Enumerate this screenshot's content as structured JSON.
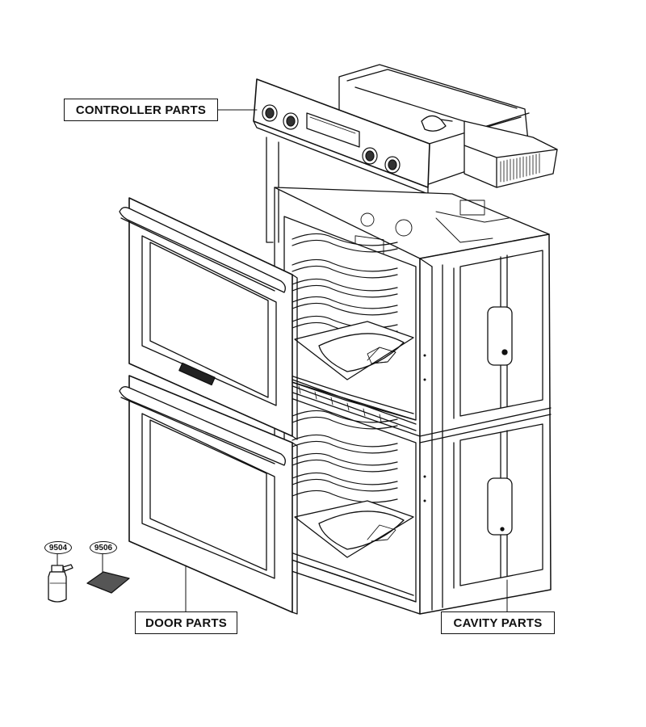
{
  "labels": {
    "controller": "CONTROLLER PARTS",
    "door": "DOOR PARTS",
    "cavity": "CAVITY PARTS"
  },
  "accessories": [
    {
      "part_number": "9504",
      "icon": "spray-bottle-icon"
    },
    {
      "part_number": "9506",
      "icon": "cleaning-pad-icon"
    }
  ],
  "colors": {
    "line": "#111111",
    "background": "#ffffff",
    "shade": "#555555"
  }
}
